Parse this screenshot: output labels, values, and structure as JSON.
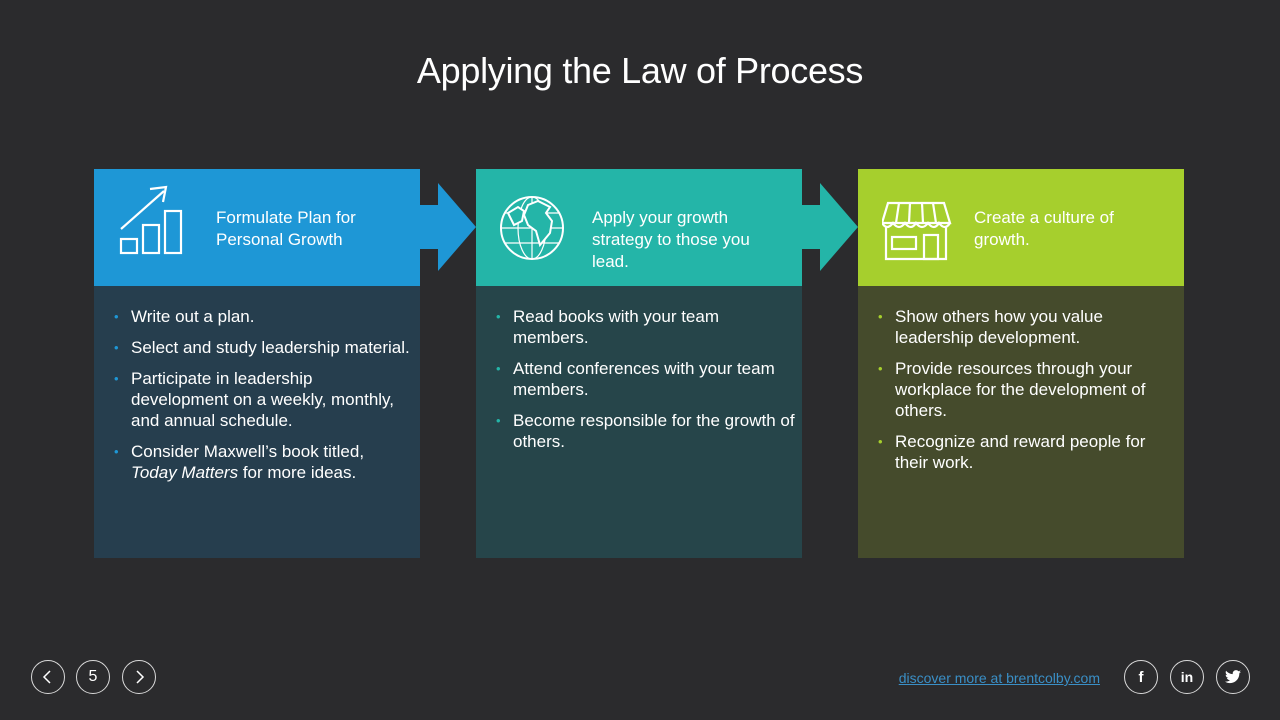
{
  "slide": {
    "title": "Applying the Law of Process"
  },
  "colors": {
    "background": "#2b2b2d",
    "card1_head": "#1e97d6",
    "card1_body": "#263e4e",
    "card2_head": "#24b5a8",
    "card2_body": "#26454a",
    "card3_head": "#a6cf2d",
    "card3_body": "#454b2c"
  },
  "cards": [
    {
      "title": "Formulate Plan for Personal Growth",
      "icon": "growth-chart-icon",
      "bullets": [
        "Write out a plan.",
        "Select and study leadership material.",
        "Participate in leadership development on a weekly, monthly, and annual schedule."
      ],
      "last_bullet": {
        "prefix": "Consider Maxwell’s book titled, ",
        "italic": "Today Matters",
        "suffix": " for more ideas."
      }
    },
    {
      "title": "Apply your growth strategy to those you lead.",
      "icon": "globe-icon",
      "bullets": [
        "Read books with your team members.",
        "Attend conferences with your team members.",
        "Become responsible for the growth of others."
      ]
    },
    {
      "title": "Create a culture of growth.",
      "icon": "storefront-icon",
      "bullets": [
        "Show others how you value leadership development.",
        "Provide resources through your workplace for the development of others.",
        "Recognize and reward people for their work."
      ]
    }
  ],
  "footer": {
    "page_number": "5",
    "link_text": "discover more at brentcolby.com",
    "social": {
      "facebook": "f",
      "linkedin": "in"
    }
  }
}
